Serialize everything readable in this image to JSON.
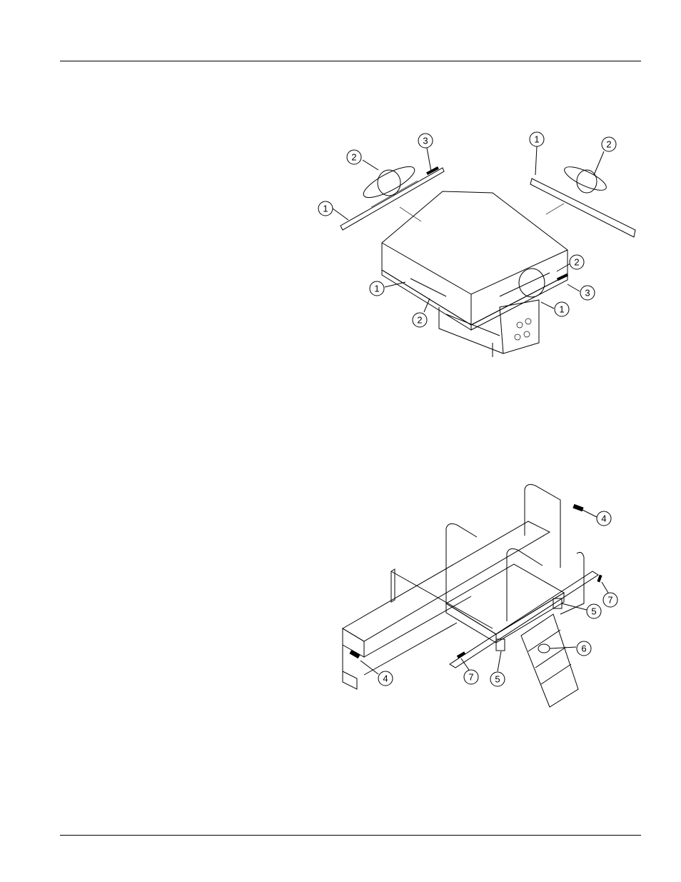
{
  "figure1": {
    "callouts": [
      "1",
      "2",
      "3",
      "1",
      "2",
      "1",
      "2",
      "2",
      "3",
      "1"
    ]
  },
  "figure2": {
    "callouts": [
      "4",
      "7",
      "5",
      "6",
      "5",
      "7",
      "4"
    ]
  }
}
